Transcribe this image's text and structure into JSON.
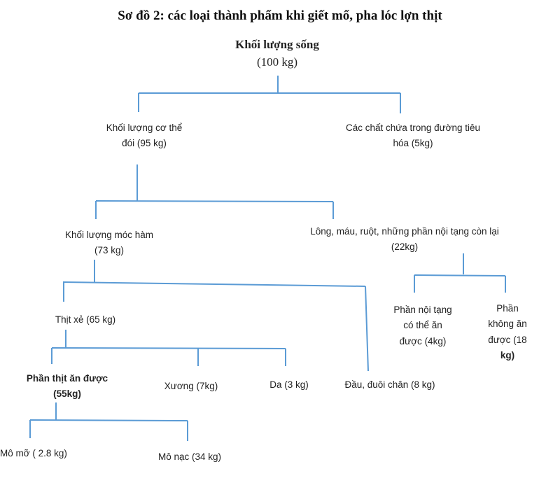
{
  "title": "Sơ đồ 2: các loại thành phẩm khi giết mổ, pha lóc lợn thịt",
  "colors": {
    "line": "#5b9bd5",
    "text": "#222222"
  },
  "nodes": {
    "root": {
      "line1": "Khối lượng sống",
      "line2": "(100 kg)"
    },
    "body_weight": {
      "line1": "Khối lượng cơ thể",
      "line2": "đói (95 kg)"
    },
    "digestive": {
      "line1": "Các chất chứa trong đường tiêu",
      "line2": "hóa (5kg)"
    },
    "hook_weight": {
      "line1": "Khối lượng móc hàm",
      "line2": "(73 kg)"
    },
    "byproducts": {
      "line1": "Lông, máu, ruột, những phần nội tạng còn lại",
      "line2": "(22kg)"
    },
    "edible_organs": {
      "line1": "Phần nội tạng",
      "line2": "có thể ăn",
      "line3": "được (4kg)"
    },
    "inedible_organs": {
      "line1": "Phần",
      "line2": "không ăn",
      "line3": "được (18",
      "line4": "kg)"
    },
    "carcass": {
      "line1": "Thịt xẻ (65 kg)"
    },
    "edible_meat": {
      "line1": "Phần thịt ăn được",
      "line2": "(55kg)"
    },
    "bone": {
      "line1": "Xương (7kg)"
    },
    "skin": {
      "line1": "Da (3 kg)"
    },
    "head_tail_feet": {
      "line1": "Đầu, đuôi chân (8 kg)"
    },
    "fat": {
      "line1": "Mô mỡ ( 2.8 kg)"
    },
    "lean": {
      "line1": "Mô nạc (34 kg)"
    }
  }
}
